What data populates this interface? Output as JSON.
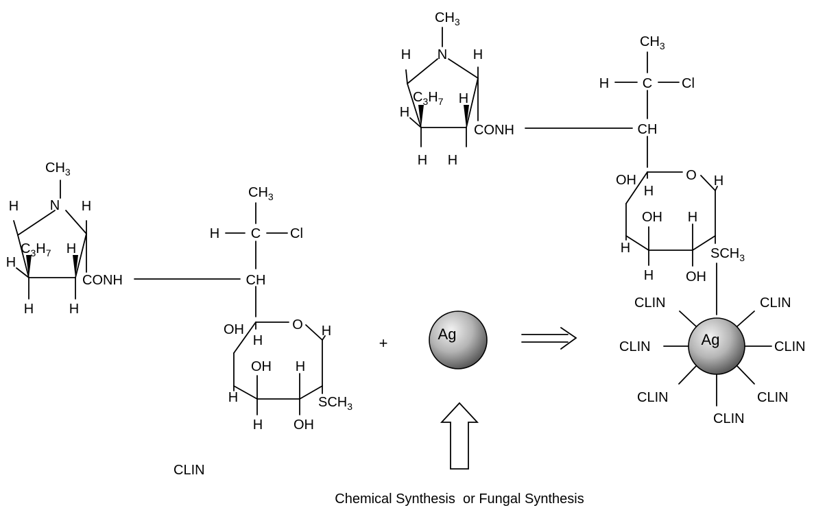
{
  "colors": {
    "ink": "#000000",
    "background": "#ffffff",
    "sphere_light": "#f2f2f2",
    "sphere_mid": "#b4b4b4",
    "sphere_dark": "#5a5a5a"
  },
  "labels": {
    "methyl": "CH",
    "methyl_sub": "3",
    "ring_n": "N",
    "h": "H",
    "propyl_c": "C",
    "propyl_c_sub": "3",
    "propyl_h": "H",
    "propyl_h_sub": "7",
    "amide": "CONH",
    "c": "C",
    "cl": "Cl",
    "ch": "CH",
    "oh": "OH",
    "o": "O",
    "sch": "SCH",
    "sch_sub": "3",
    "plus": "+",
    "ag": "Ag",
    "clin": "CLIN"
  },
  "caption": {
    "molecule_name": "CLIN",
    "synthesis": "Chemical Synthesis  or Fungal Synthesis"
  },
  "icons": {
    "reaction_arrow": "double-line-right-arrow-icon",
    "synthesis_arrow": "hollow-up-arrow-icon",
    "nanoparticle": "silver-nanoparticle-sphere-icon"
  }
}
